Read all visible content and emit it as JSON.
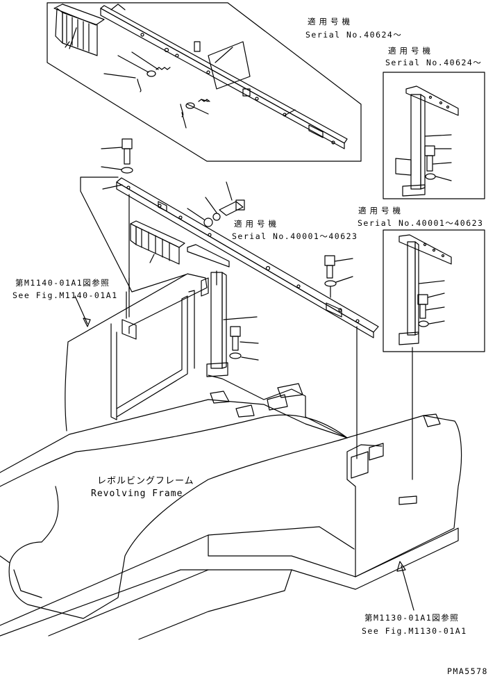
{
  "labels": {
    "serial_top_jp": "適用号機",
    "serial_top_en": "Serial No.40624～",
    "serial_right1_jp": "適用号機",
    "serial_right1_en": "Serial No.40624～",
    "serial_mid_jp": "適用号機",
    "serial_mid_en": "Serial No.40001～40623",
    "serial_right2_jp": "適用号機",
    "serial_right2_en": "Serial No.40001～40623",
    "ref_m1140_jp": "第M1140-01A1図参照",
    "ref_m1140_en": "See Fig.M1140-01A1",
    "frame_jp": "レボルビングフレーム",
    "frame_en": "Revolving Frame",
    "ref_m1130_jp": "第M1130-01A1図参照",
    "ref_m1130_en": "See Fig.M1130-01A1",
    "drawing_code": "PMA5578"
  }
}
